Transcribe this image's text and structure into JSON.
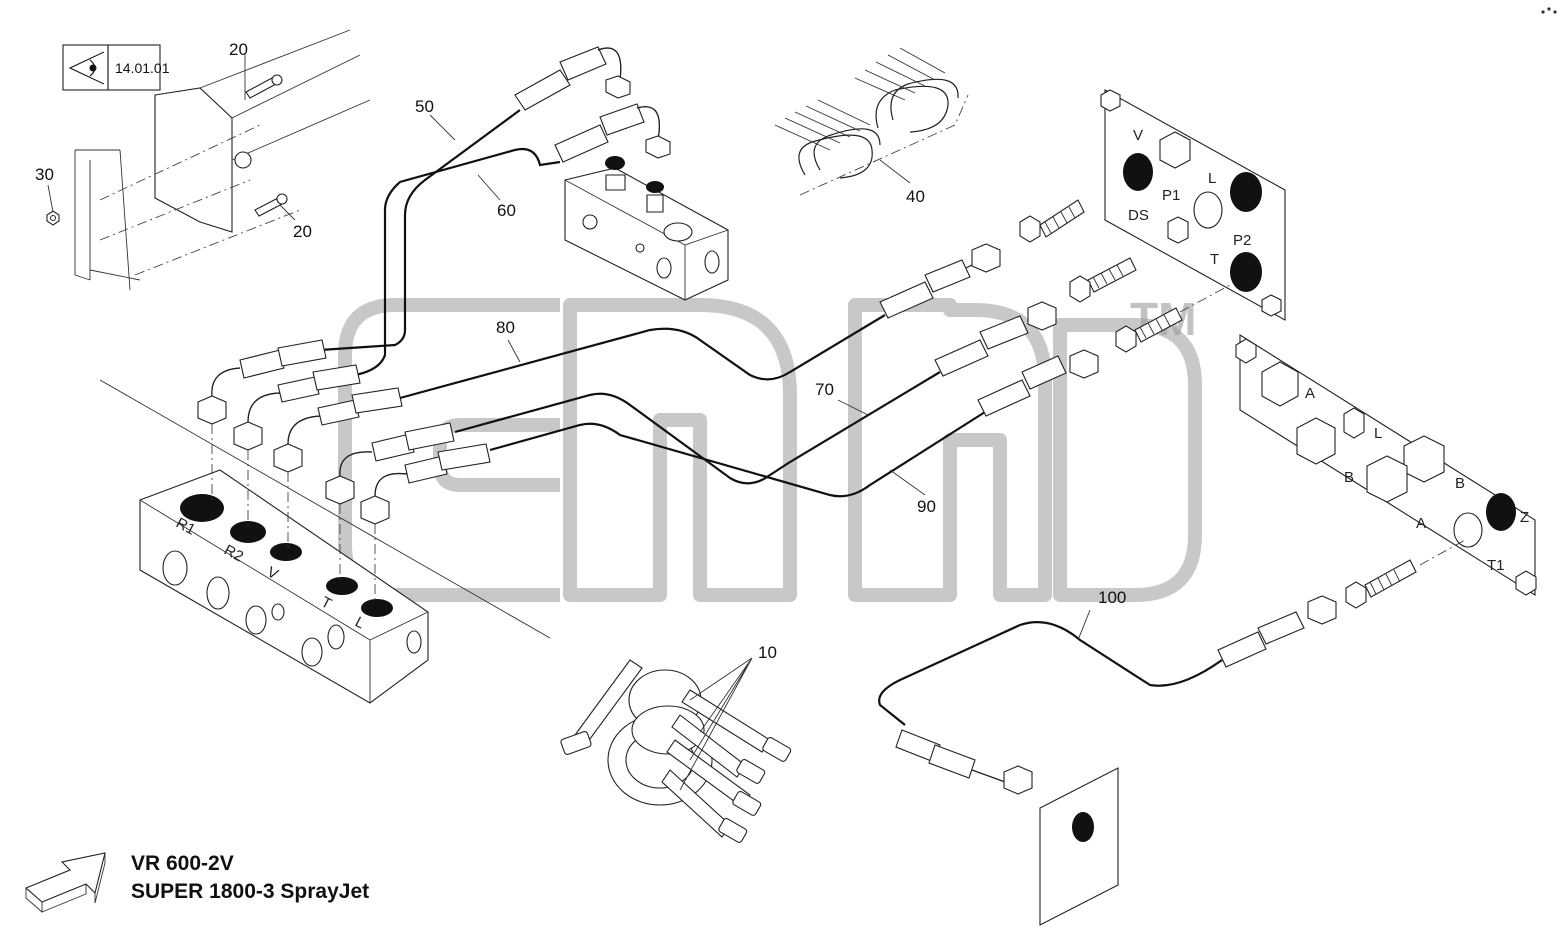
{
  "reference_box": {
    "label": "14.01.01",
    "icon": "eye-icon"
  },
  "callouts": [
    {
      "id": "c20a",
      "label": "20"
    },
    {
      "id": "c20b",
      "label": "20"
    },
    {
      "id": "c30",
      "label": "30"
    },
    {
      "id": "c50",
      "label": "50"
    },
    {
      "id": "c60",
      "label": "60"
    },
    {
      "id": "c40",
      "label": "40"
    },
    {
      "id": "c80",
      "label": "80"
    },
    {
      "id": "c70",
      "label": "70"
    },
    {
      "id": "c90",
      "label": "90"
    },
    {
      "id": "c100",
      "label": "100"
    },
    {
      "id": "c10",
      "label": "10"
    }
  ],
  "ports_plate_top": [
    "V",
    "P1",
    "L",
    "DS",
    "P2",
    "T"
  ],
  "ports_plate_right": [
    "A",
    "L",
    "B",
    "B",
    "A",
    "Z",
    "T1"
  ],
  "ports_block_bottom": [
    "R1",
    "R2",
    "V",
    "T",
    "L"
  ],
  "watermark": {
    "text": "cnh",
    "tm": "TM"
  },
  "model": {
    "line1": "VR 600-2V",
    "line2": "SUPER 1800-3 SprayJet"
  },
  "colors": {
    "ink": "#111111",
    "watermark": "#9a9a9a",
    "background": "#ffffff"
  }
}
